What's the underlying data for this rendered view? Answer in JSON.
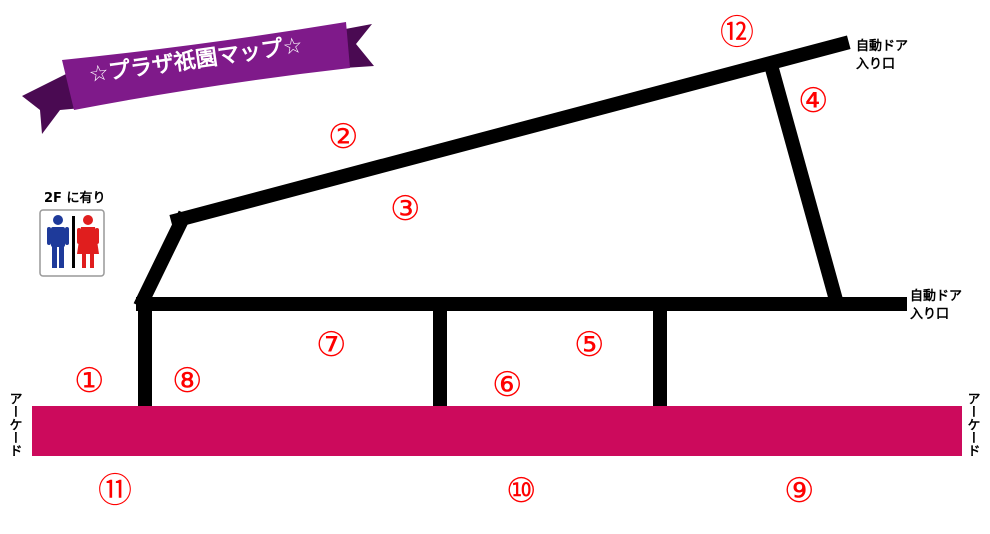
{
  "title": "☆プラザ祇園マップ☆",
  "restroom_label": "2F に有り",
  "entrances": {
    "top": [
      "自動ドア",
      "入り口"
    ],
    "middle": [
      "自動ドア",
      "入り口"
    ]
  },
  "arcade_label": "アーケード",
  "spots": {
    "s1": "①",
    "s2": "②",
    "s3": "③",
    "s4": "④",
    "s5": "⑤",
    "s6": "⑥",
    "s7": "⑦",
    "s8": "⑧",
    "s9": "⑨",
    "s10": "⑩",
    "s11": "⑪",
    "s12": "⑫"
  },
  "icons": {
    "restroom": "restroom-icon",
    "male": "male-figure-icon",
    "female": "female-figure-icon",
    "banner": "ribbon-banner-icon"
  },
  "colors": {
    "arcade": "#cc0a5c",
    "banner": "#7f1a8a",
    "banner_dark": "#4a0a52",
    "spot_number": "#ff0000",
    "wall": "#000000",
    "male": "#1e3a9a",
    "female": "#e01e1e"
  }
}
